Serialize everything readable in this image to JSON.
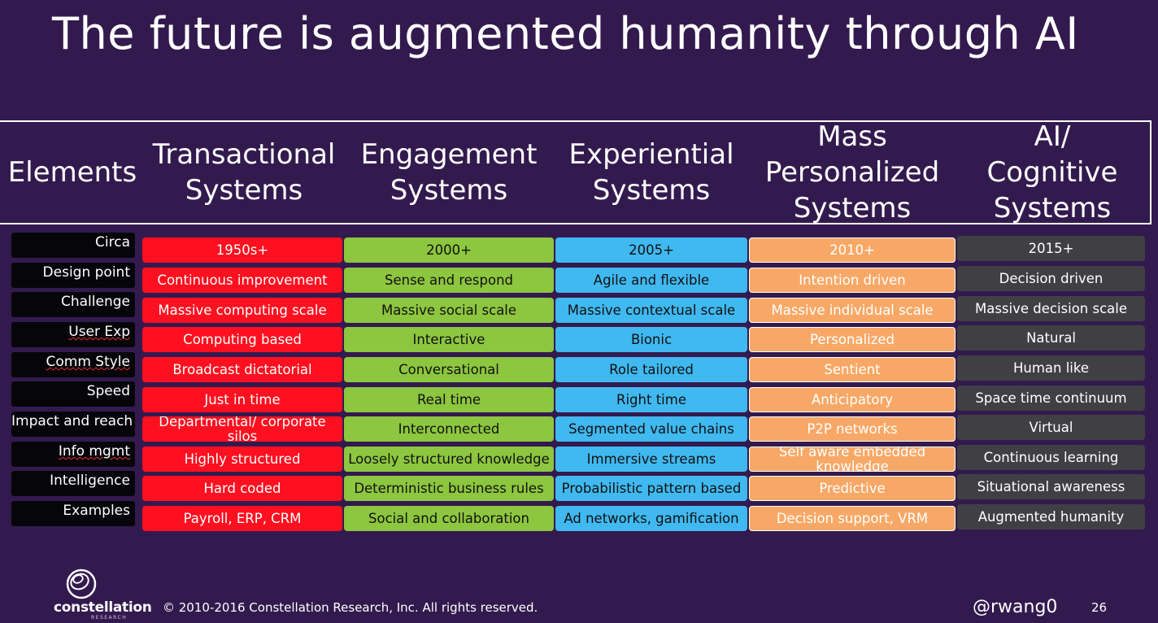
{
  "title": "The future is augmented humanity through AI",
  "header": {
    "elements": "Elements",
    "columns": [
      "Transactional\nSystems",
      "Engagement\nSystems",
      "Experiential\nSystems",
      "Mass\nPersonalized\nSystems",
      "AI/\nCognitive\nSystems"
    ]
  },
  "rows": [
    {
      "label": "Circa",
      "cells": [
        "1950s+",
        "2000+",
        "2005+",
        "2010+",
        "2015+"
      ]
    },
    {
      "label": "Design point",
      "cells": [
        "Continuous improvement",
        "Sense and respond",
        "Agile and flexible",
        "Intention driven",
        "Decision driven"
      ]
    },
    {
      "label": "Challenge",
      "cells": [
        "Massive computing scale",
        "Massive social scale",
        "Massive contextual scale",
        "Massive individual scale",
        "Massive decision scale"
      ]
    },
    {
      "label": "User Exp",
      "cells": [
        "Computing based",
        "Interactive",
        "Bionic",
        "Personalized",
        "Natural"
      ]
    },
    {
      "label": "Comm Style",
      "cells": [
        "Broadcast dictatorial",
        "Conversational",
        "Role tailored",
        "Sentient",
        "Human like"
      ]
    },
    {
      "label": "Speed",
      "cells": [
        "Just in time",
        "Real time",
        "Right time",
        "Anticipatory",
        "Space time continuum"
      ]
    },
    {
      "label": "Impact and reach",
      "cells": [
        "Departmental/ corporate silos",
        "Interconnected",
        "Segmented value chains",
        "P2P networks",
        "Virtual"
      ]
    },
    {
      "label": "Info mgmt",
      "cells": [
        "Highly structured",
        "Loosely structured knowledge",
        "Immersive streams",
        "Self aware embedded knowledge",
        "Continuous learning"
      ]
    },
    {
      "label": "Intelligence",
      "cells": [
        "Hard coded",
        "Deterministic business rules",
        "Probabilistic pattern based",
        "Predictive",
        "Situational awareness"
      ]
    },
    {
      "label": "Examples",
      "cells": [
        "Payroll, ERP, CRM",
        "Social and collaboration",
        "Ad networks, gamification",
        "Decision support, VRM",
        "Augmented humanity"
      ]
    }
  ],
  "colors": {
    "background": "#331a4e",
    "transactional": "#ff1020",
    "engagement": "#8dc63f",
    "experiential": "#40b8f0",
    "mass_personalized": "#f8a866",
    "cognitive": "#404044"
  },
  "footer": {
    "logo": "constellation",
    "logo_sub": "RESEARCH",
    "copyright": "© 2010-2016 Constellation Research, Inc. All rights reserved.",
    "handle": "@rwang0",
    "page": "26"
  }
}
